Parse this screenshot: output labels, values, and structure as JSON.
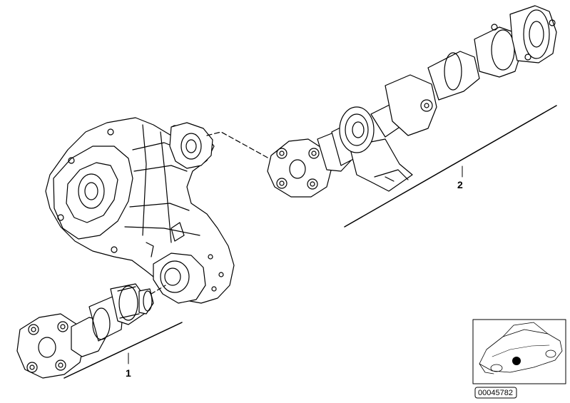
{
  "diagram": {
    "callouts": [
      {
        "label": "1"
      },
      {
        "label": "2"
      }
    ],
    "image_code": "00045782",
    "line_color": "#000000",
    "fill_color": "#ffffff"
  }
}
